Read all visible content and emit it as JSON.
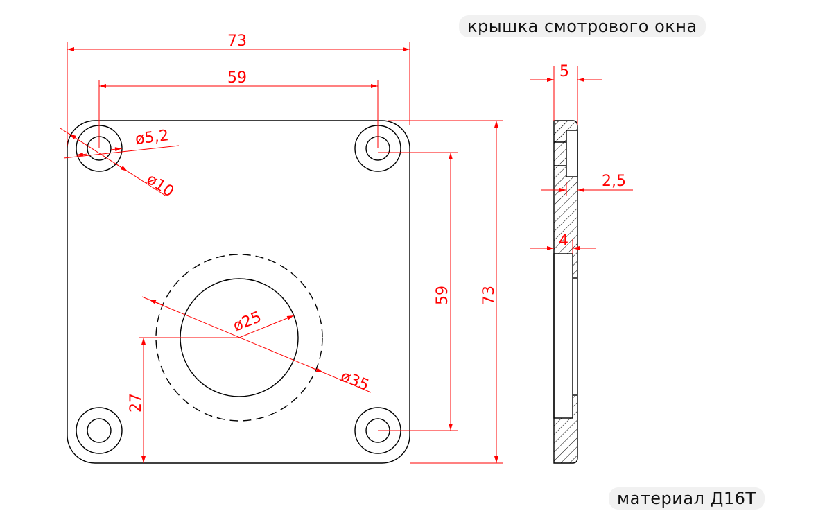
{
  "title": "крышка смотрового окна",
  "material": "материал Д16Т",
  "colors": {
    "dimension": "#ff0000",
    "outline": "#000000"
  },
  "dimensions": {
    "width_total": "73",
    "hole_spacing_x": "59",
    "hole_spacing_y": "59",
    "height_total": "73",
    "hole_dia": "ø5,2",
    "counterbore_dia": "ø10",
    "bore_dia": "ø25",
    "recess_dia": "ø35",
    "bore_offset": "27",
    "thickness": "5",
    "counterbore_depth": "2,5",
    "recess_thickness": "4"
  }
}
